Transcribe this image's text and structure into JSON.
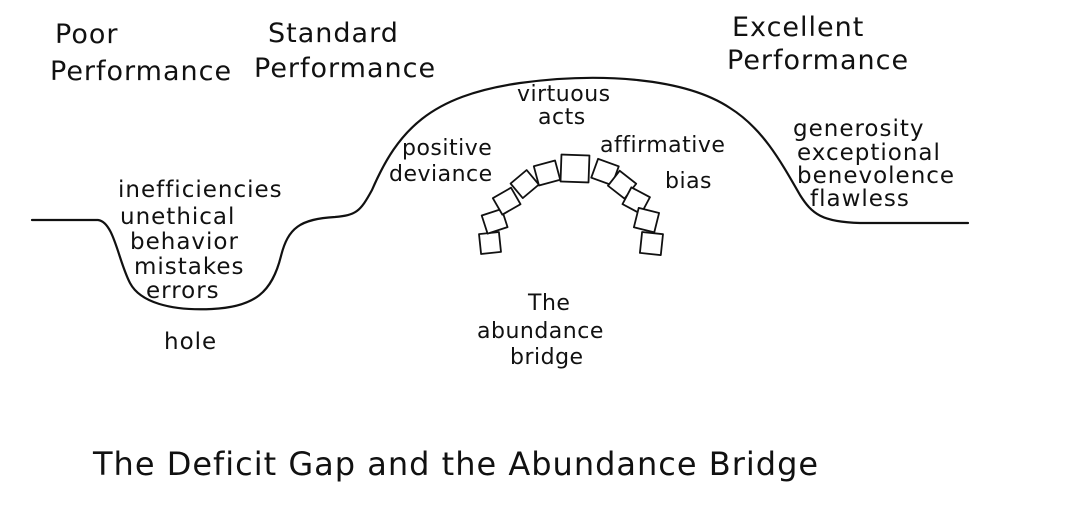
{
  "labels": {
    "poor": [
      "Poor",
      "Performance"
    ],
    "standard": [
      "Standard",
      "Performance"
    ],
    "excellent": [
      "Excellent",
      "Performance"
    ]
  },
  "hole": {
    "items": [
      "inefficiencies",
      "unethical",
      "behavior",
      "mistakes",
      "errors"
    ],
    "label": "hole"
  },
  "bridge": {
    "top": [
      "virtuous",
      "acts"
    ],
    "left": [
      "positive",
      "deviance"
    ],
    "right": [
      "affirmative",
      "bias"
    ],
    "label": [
      "The",
      "abundance",
      "bridge"
    ]
  },
  "excellent_items": [
    "generosity",
    "exceptional",
    "benevolence",
    "flawless"
  ],
  "caption": "The Deficit Gap and the Abundance Bridge",
  "colors": {
    "ink": "#111111",
    "background": "#ffffff"
  }
}
